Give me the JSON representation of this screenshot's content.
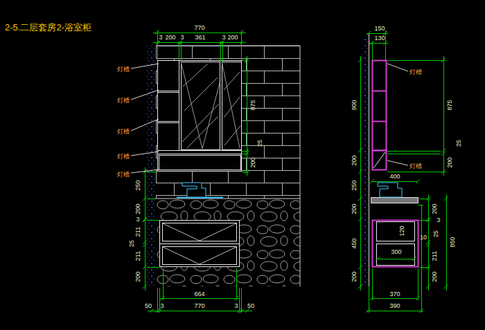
{
  "diagram": {
    "title": "2-5.二层套房2-浴室柜",
    "labels": [
      "770",
      "3",
      "200",
      "3",
      "361",
      "3",
      "200",
      "灯槽",
      "灯槽",
      "灯槽",
      "灯槽",
      "灯槽",
      "875",
      "25",
      "200",
      "250",
      "200",
      "3",
      "211",
      "25",
      "211",
      "200",
      "664",
      "50",
      "3",
      "770",
      "3",
      "50",
      "150",
      "130",
      "灯槽",
      "灯槽",
      "900",
      "200",
      "875",
      "25",
      "200",
      "400",
      "250",
      "200",
      "450",
      "200",
      "200",
      "3",
      "25",
      "850",
      "211",
      "200",
      "120",
      "10",
      "300",
      "370",
      "390"
    ]
  }
}
